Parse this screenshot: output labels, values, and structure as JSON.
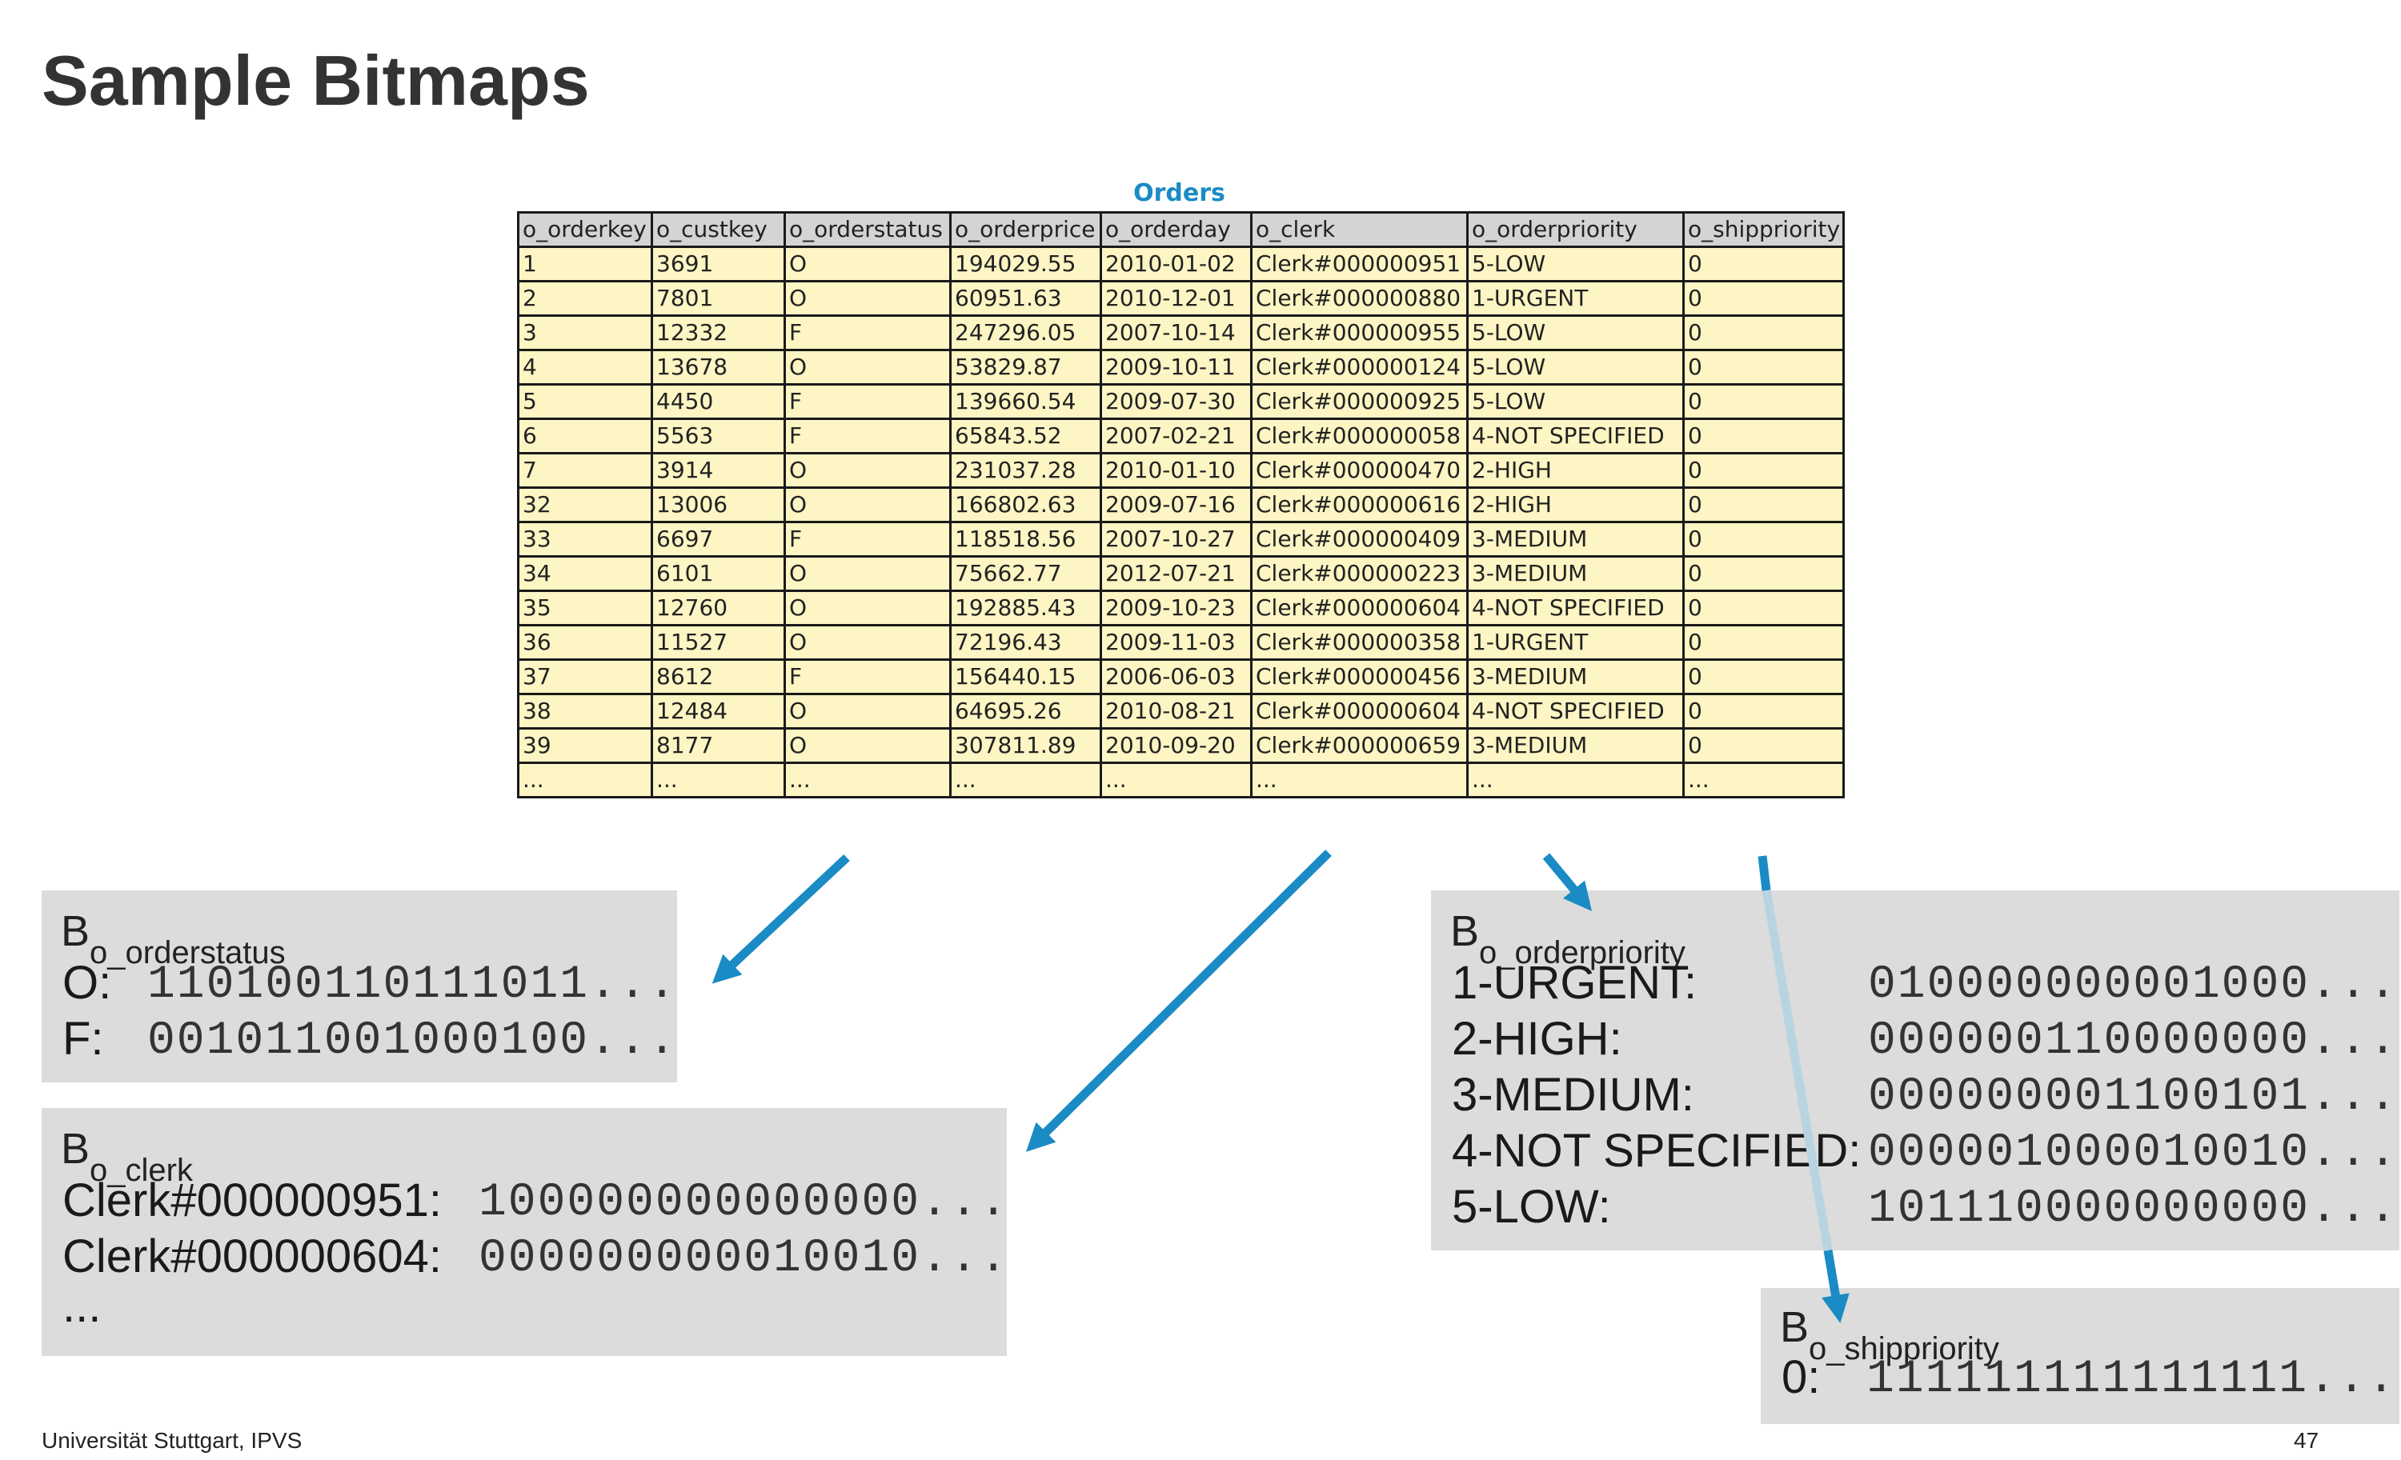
{
  "title": "Sample Bitmaps",
  "table": {
    "caption": "Orders",
    "columns": [
      "o_orderkey",
      "o_custkey",
      "o_orderstatus",
      "o_orderprice",
      "o_orderday",
      "o_clerk",
      "o_orderpriority",
      "o_shippriority"
    ],
    "rows": [
      [
        "1",
        "3691",
        "O",
        "194029.55",
        "2010-01-02",
        "Clerk#000000951",
        "5-LOW",
        "0"
      ],
      [
        "2",
        "7801",
        "O",
        "60951.63",
        "2010-12-01",
        "Clerk#000000880",
        "1-URGENT",
        "0"
      ],
      [
        "3",
        "12332",
        "F",
        "247296.05",
        "2007-10-14",
        "Clerk#000000955",
        "5-LOW",
        "0"
      ],
      [
        "4",
        "13678",
        "O",
        "53829.87",
        "2009-10-11",
        "Clerk#000000124",
        "5-LOW",
        "0"
      ],
      [
        "5",
        "4450",
        "F",
        "139660.54",
        "2009-07-30",
        "Clerk#000000925",
        "5-LOW",
        "0"
      ],
      [
        "6",
        "5563",
        "F",
        "65843.52",
        "2007-02-21",
        "Clerk#000000058",
        "4-NOT SPECIFIED",
        "0"
      ],
      [
        "7",
        "3914",
        "O",
        "231037.28",
        "2010-01-10",
        "Clerk#000000470",
        "2-HIGH",
        "0"
      ],
      [
        "32",
        "13006",
        "O",
        "166802.63",
        "2009-07-16",
        "Clerk#000000616",
        "2-HIGH",
        "0"
      ],
      [
        "33",
        "6697",
        "F",
        "118518.56",
        "2007-10-27",
        "Clerk#000000409",
        "3-MEDIUM",
        "0"
      ],
      [
        "34",
        "6101",
        "O",
        "75662.77",
        "2012-07-21",
        "Clerk#000000223",
        "3-MEDIUM",
        "0"
      ],
      [
        "35",
        "12760",
        "O",
        "192885.43",
        "2009-10-23",
        "Clerk#000000604",
        "4-NOT SPECIFIED",
        "0"
      ],
      [
        "36",
        "11527",
        "O",
        "72196.43",
        "2009-11-03",
        "Clerk#000000358",
        "1-URGENT",
        "0"
      ],
      [
        "37",
        "8612",
        "F",
        "156440.15",
        "2006-06-03",
        "Clerk#000000456",
        "3-MEDIUM",
        "0"
      ],
      [
        "38",
        "12484",
        "O",
        "64695.26",
        "2010-08-21",
        "Clerk#000000604",
        "4-NOT SPECIFIED",
        "0"
      ],
      [
        "39",
        "8177",
        "O",
        "307811.89",
        "2010-09-20",
        "Clerk#000000659",
        "3-MEDIUM",
        "0"
      ],
      [
        "...",
        "...",
        "...",
        "...",
        "...",
        "...",
        "...",
        "..."
      ]
    ]
  },
  "bitmaps": {
    "orderstatus": {
      "prefix": "B",
      "sub": "o_orderstatus",
      "entries": [
        {
          "label": "O:",
          "bits": "110100110111011..."
        },
        {
          "label": "F:",
          "bits": "001011001000100..."
        }
      ]
    },
    "clerk": {
      "prefix": "B",
      "sub": "o_clerk",
      "entries": [
        {
          "label": "Clerk#000000951:",
          "bits": "100000000000000..."
        },
        {
          "label": "Clerk#000000604:",
          "bits": "000000000010010..."
        }
      ],
      "more": "..."
    },
    "orderpriority": {
      "prefix": "B",
      "sub": "o_orderpriority",
      "entries": [
        {
          "label": "1-URGENT:",
          "bits": "010000000001000..."
        },
        {
          "label": "2-HIGH:",
          "bits": "000000110000000..."
        },
        {
          "label": "3-MEDIUM:",
          "bits": "000000001100101..."
        },
        {
          "label": "4-NOT SPECIFIED:",
          "bits": "000001000010010..."
        },
        {
          "label": "5-LOW:",
          "bits": "101110000000000..."
        }
      ]
    },
    "shippriority": {
      "prefix": "B",
      "sub": "o_shippriority",
      "entries": [
        {
          "label": "0:",
          "bits": "111111111111111..."
        }
      ]
    }
  },
  "footer": {
    "left": "Universität Stuttgart, IPVS",
    "page": "47"
  },
  "colors": {
    "accent": "#1a8bc4",
    "header_cell": "#d4d4d4",
    "data_cell": "#fdf5c3",
    "bitmap_box": "#dcdcdc"
  }
}
